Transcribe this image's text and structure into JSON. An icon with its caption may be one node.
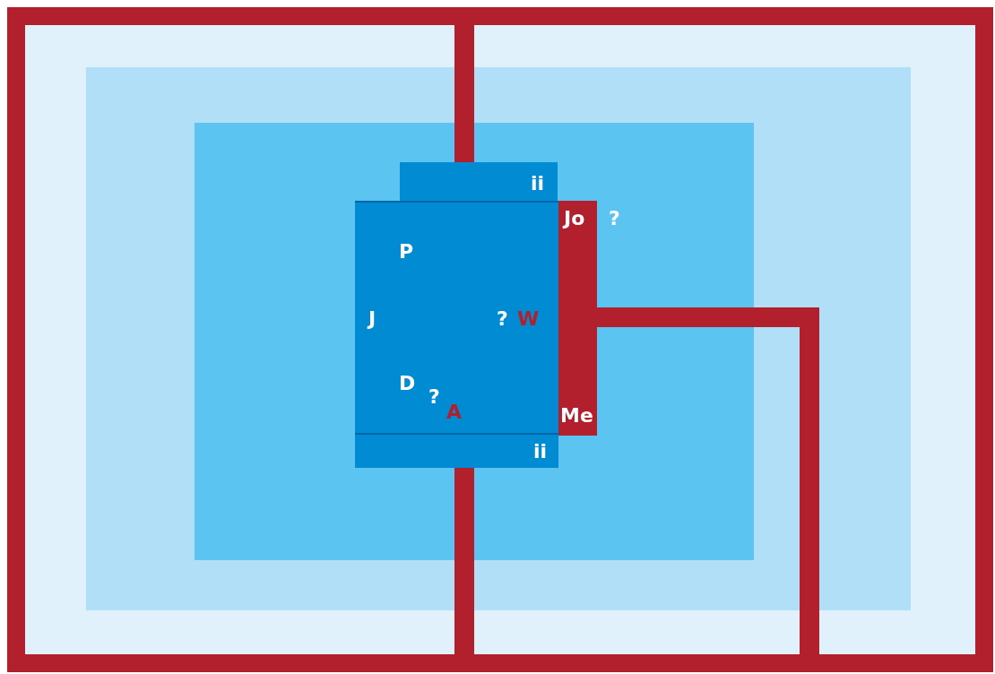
{
  "diagram": {
    "nodes": [
      {
        "text": [],
        "shape": "box"
      },
      {
        "text": [],
        "shape": "box",
        "in": 0
      },
      {
        "text": [],
        "shape": "box",
        "in": 1
      },
      {
        "text": [
          "ii"
        ],
        "in": 2
      },
      {
        "text": [
          "P",
          "J",
          "?",
          "W",
          "D",
          "?",
          "A"
        ],
        "in": 2
      },
      {
        "text": [
          "ii"
        ],
        "in": 2
      },
      {
        "text": [
          "Jo",
          "Me"
        ],
        "beside": [
          "?"
        ],
        "in": 2
      }
    ],
    "edges": [
      {
        "from": 0,
        "to": 3,
        "arrow": "none"
      },
      {
        "from": 5,
        "to": 0,
        "arrow": "none"
      },
      {
        "from": 6,
        "to": 0,
        "arrow": "none"
      }
    ]
  }
}
